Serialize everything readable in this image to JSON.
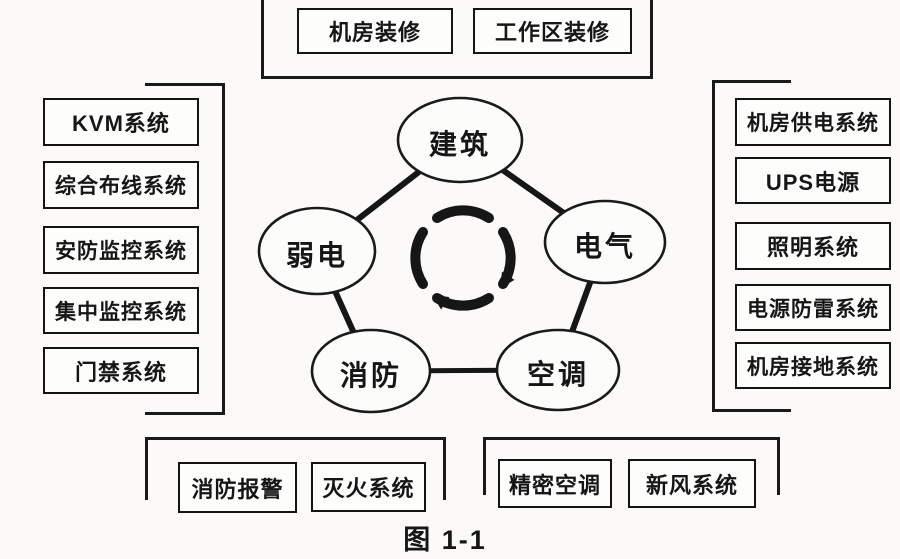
{
  "figure": {
    "caption": "图 1-1"
  },
  "cycle": {
    "arrows_icon": "clockwise-cycle-arrows",
    "nodes": [
      {
        "id": "building",
        "label": "建筑"
      },
      {
        "id": "electrical",
        "label": "电气"
      },
      {
        "id": "weak_current",
        "label": "弱电"
      },
      {
        "id": "fire",
        "label": "消防"
      },
      {
        "id": "hvac",
        "label": "空调"
      }
    ]
  },
  "groups": {
    "top": {
      "items": [
        "机房装修",
        "工作区装修"
      ]
    },
    "left": {
      "items": [
        "KVM系统",
        "综合布线系统",
        "安防监控系统",
        "集中监控系统",
        "门禁系统"
      ]
    },
    "right": {
      "items": [
        "机房供电系统",
        "UPS电源",
        "照明系统",
        "电源防雷系统",
        "机房接地系统"
      ]
    },
    "bottom_left": {
      "items": [
        "消防报警",
        "灭火系统"
      ]
    },
    "bottom_right": {
      "items": [
        "精密空调",
        "新风系统"
      ]
    }
  },
  "colors": {
    "ink": "#161616",
    "paper": "#fbfaf8"
  }
}
